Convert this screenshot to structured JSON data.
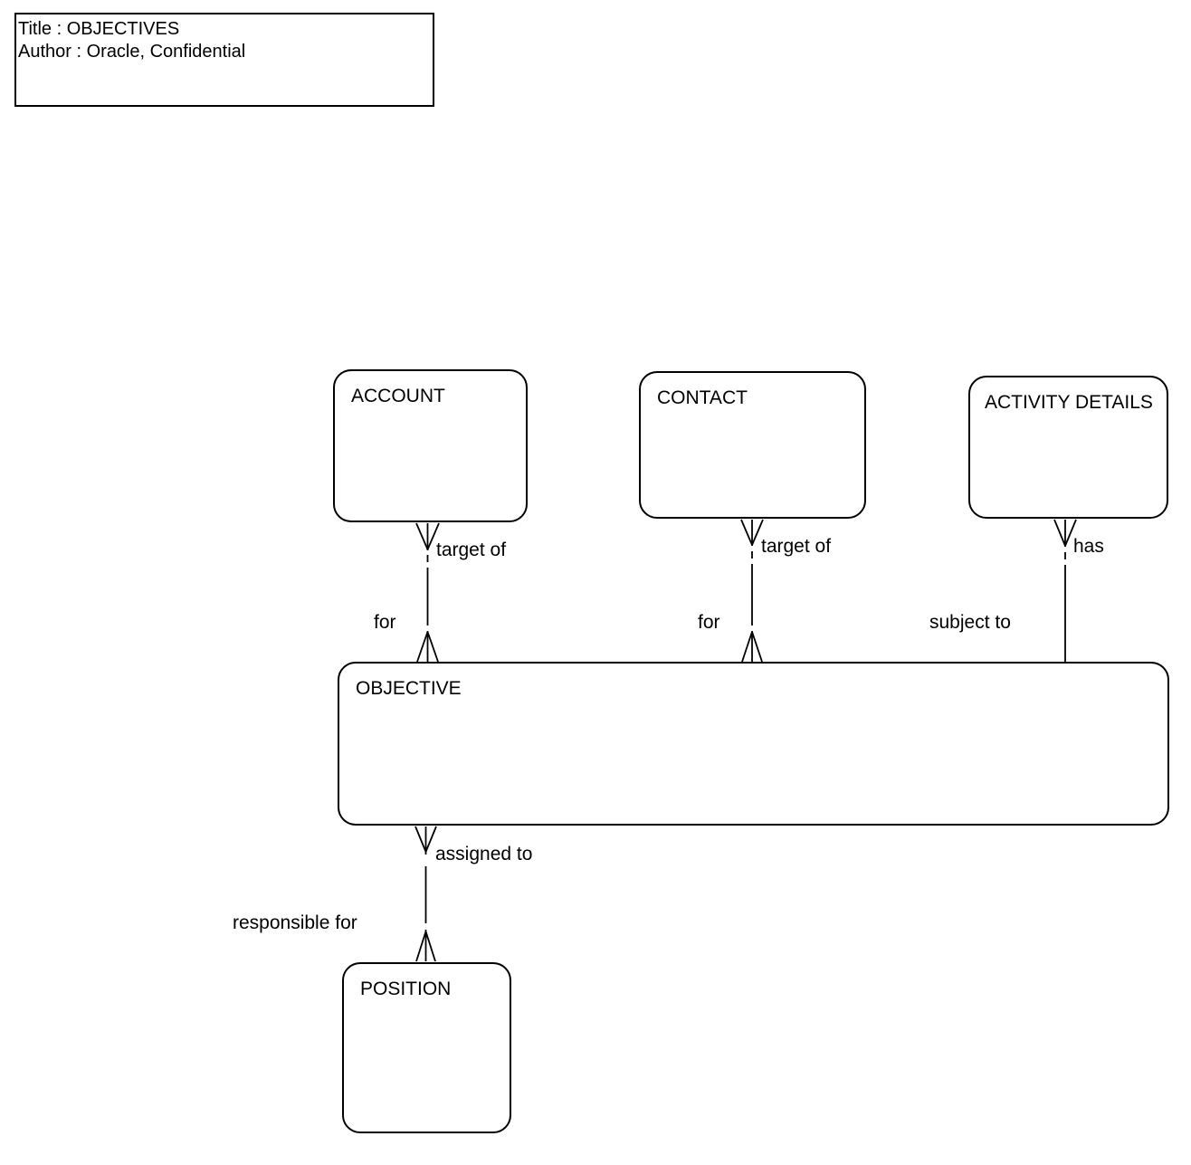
{
  "colors": {
    "ink": "#000000",
    "background": "#ffffff"
  },
  "title_block": {
    "title_line": "Title : OBJECTIVES",
    "author_line": "Author : Oracle, Confidential"
  },
  "entities": {
    "account": {
      "label": "ACCOUNT"
    },
    "contact": {
      "label": "CONTACT"
    },
    "activity_details": {
      "label": "ACTIVITY DETAILS"
    },
    "objective": {
      "label": "OBJECTIVE"
    },
    "position": {
      "label": "POSITION"
    }
  },
  "relationships": {
    "account_objective": {
      "source_entity": "ACCOUNT",
      "target_entity": "OBJECTIVE",
      "source_end": {
        "label": "target of",
        "cardinality": "many",
        "line_near_end": "dashed"
      },
      "target_end": {
        "label": "for",
        "cardinality": "many",
        "line_near_end": "solid"
      }
    },
    "contact_objective": {
      "source_entity": "CONTACT",
      "target_entity": "OBJECTIVE",
      "source_end": {
        "label": "target of",
        "cardinality": "many",
        "line_near_end": "dashed"
      },
      "target_end": {
        "label": "for",
        "cardinality": "many",
        "line_near_end": "solid"
      }
    },
    "activity_details_objective": {
      "source_entity": "ACTIVITY DETAILS",
      "target_entity": "OBJECTIVE",
      "source_end": {
        "label": "has",
        "cardinality": "many",
        "line_near_end": "dashed"
      },
      "target_end": {
        "label": "subject to",
        "cardinality": "one",
        "line_near_end": "solid"
      }
    },
    "objective_position": {
      "source_entity": "OBJECTIVE",
      "target_entity": "POSITION",
      "source_end": {
        "label": "assigned to",
        "cardinality": "many",
        "line_near_end": "dashed"
      },
      "target_end": {
        "label": "responsible for",
        "cardinality": "many",
        "line_near_end": "solid"
      }
    }
  }
}
